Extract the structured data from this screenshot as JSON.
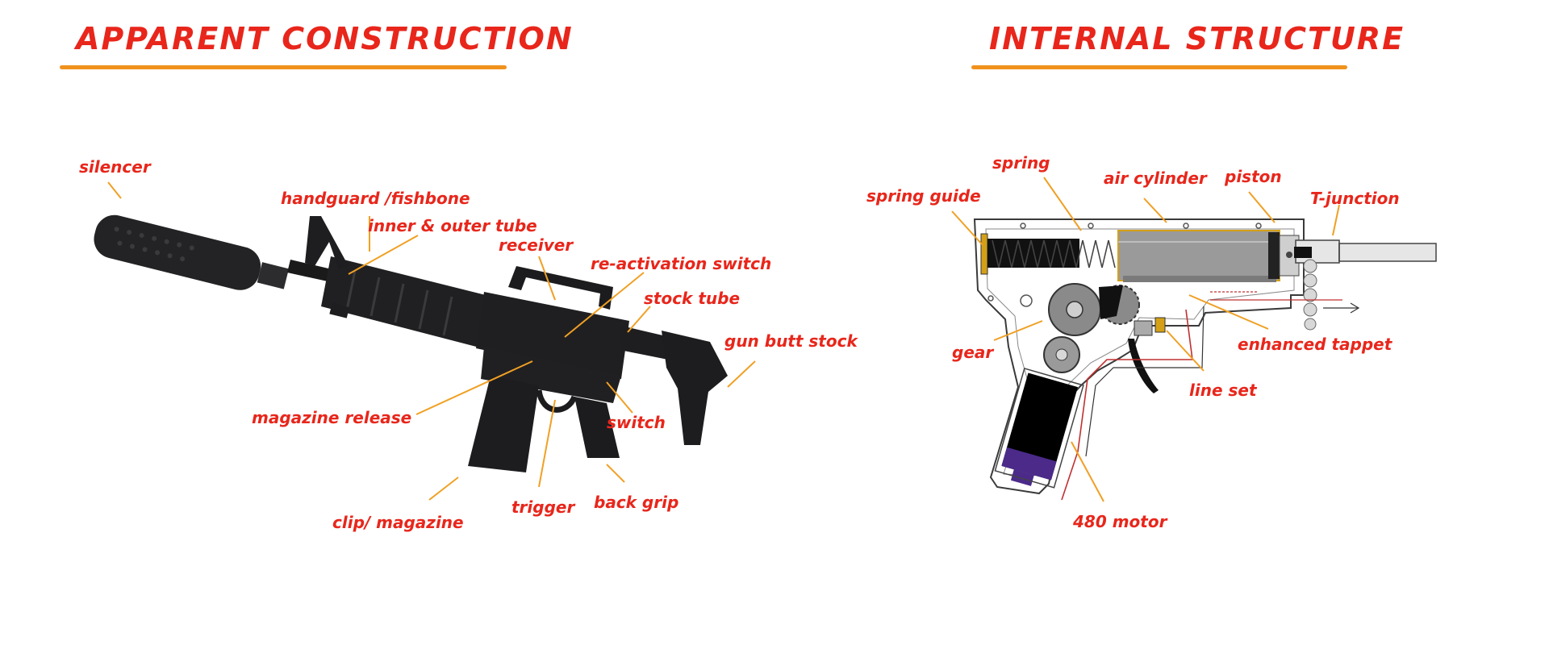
{
  "colors": {
    "heading_text": "#e8261b",
    "label_text": "#e8261b",
    "underline": "#f0921c",
    "leader_line": "#f0a024",
    "gun_body": "#1c1c1e",
    "gearbox_outline": "#3a3a3a",
    "cylinder": "#9a9a9a",
    "motor_cap": "#4b2a8a"
  },
  "left_panel": {
    "title": "APPARENT CONSTRUCTION",
    "labels": {
      "silencer": "silencer",
      "handguard": "handguard /fishbone",
      "inner_outer_tube": "inner & outer tube",
      "receiver": "receiver",
      "reactivation_switch": "re-activation switch",
      "stock_tube": "stock tube",
      "gun_butt_stock": "gun butt stock",
      "magazine_release": "magazine release",
      "switch": "switch",
      "trigger": "trigger",
      "back_grip": "back grip",
      "clip_magazine": "clip/ magazine"
    }
  },
  "right_panel": {
    "title": "INTERNAL STRUCTURE",
    "labels": {
      "spring": "spring",
      "spring_guide": "spring guide",
      "air_cylinder": "air cylinder",
      "piston": "piston",
      "t_junction": "T-junction",
      "gear": "gear",
      "enhanced_tappet": "enhanced tappet",
      "line_set": "line set",
      "motor_480": "480 motor"
    }
  }
}
